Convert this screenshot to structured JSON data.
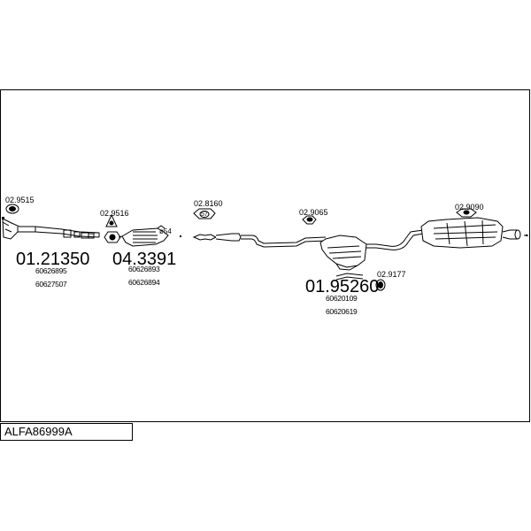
{
  "diagram_code": "ALFA86999A",
  "groups": [
    {
      "id": "front",
      "part_no": "01.21350",
      "oem": [
        "60626895",
        "60627507"
      ]
    },
    {
      "id": "cat",
      "part_no": "04.3391",
      "oem": [
        "60626893",
        "60626894"
      ]
    },
    {
      "id": "middle",
      "part_no": "01.95260",
      "oem": [
        "60620109",
        "60620619"
      ]
    }
  ],
  "accessories": [
    {
      "id": "a1",
      "code": "02.9515"
    },
    {
      "id": "a2",
      "code": "02.9516"
    },
    {
      "id": "a3",
      "code": "02.8160",
      "badge": "57"
    },
    {
      "id": "a4",
      "code": "02.9065"
    },
    {
      "id": "a5",
      "code": "02.9090"
    },
    {
      "id": "a6",
      "code": "02.9177"
    }
  ],
  "annotations": {
    "phi": "ø54"
  }
}
